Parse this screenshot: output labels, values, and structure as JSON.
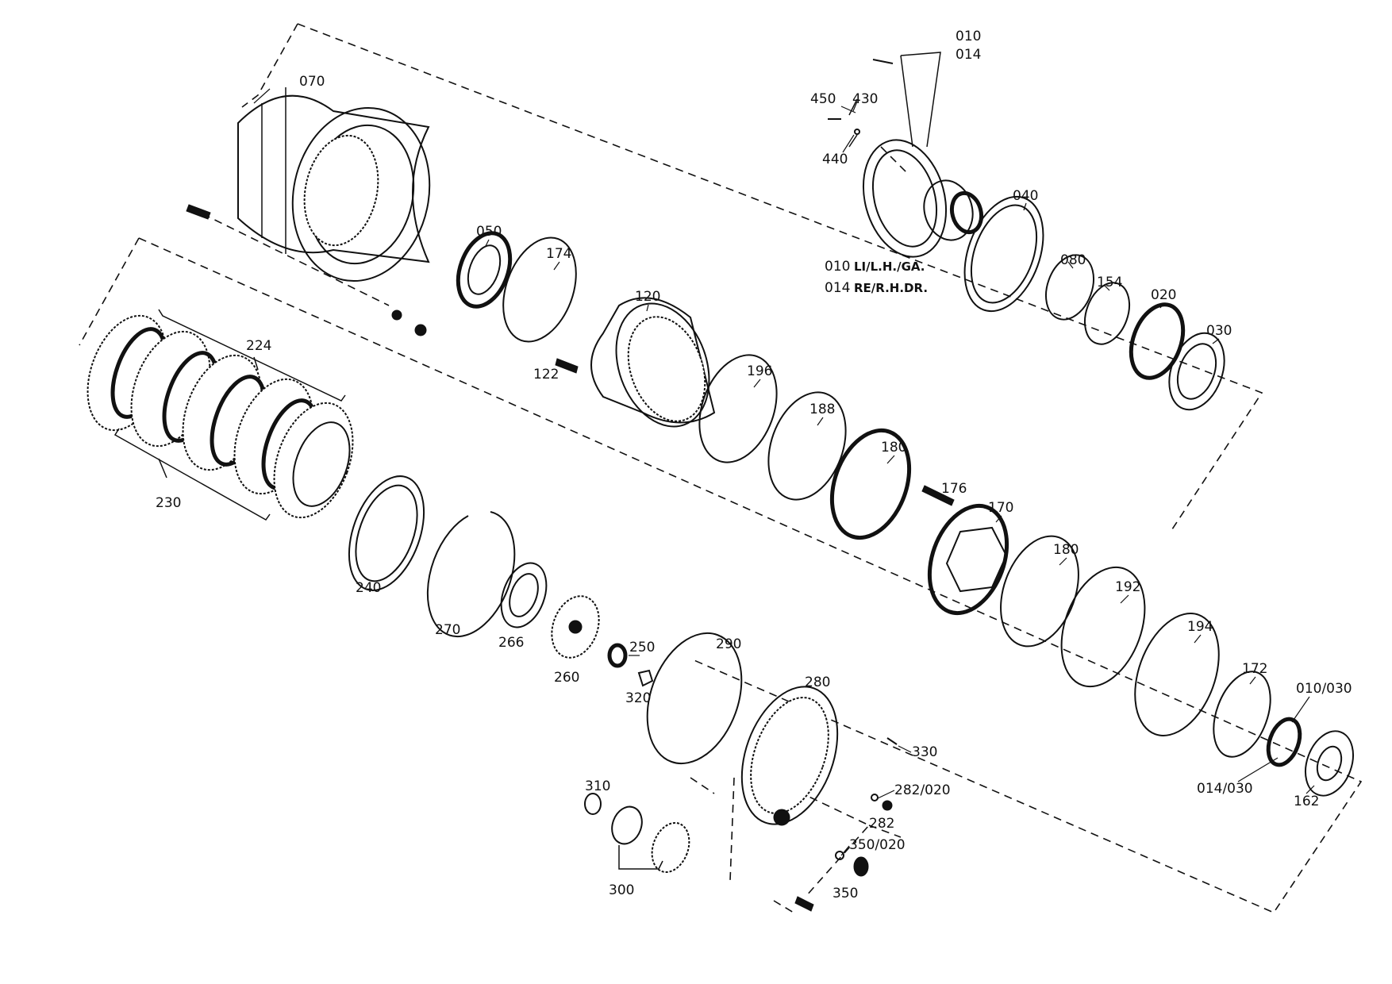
{
  "diagram": {
    "labels": {
      "p070": "070",
      "p010": "010",
      "p014": "014",
      "p450": "450",
      "p430": "430",
      "p440": "440",
      "p040": "040",
      "p010_note": "010",
      "p010_note_text": "LI/L.H./GA.",
      "p014_note": "014",
      "p014_note_text": "RE/R.H.DR.",
      "p080": "080",
      "p154": "154",
      "p020": "020",
      "p030": "030",
      "p050": "050",
      "p174": "174",
      "p120": "120",
      "p122": "122",
      "p196": "196",
      "p188": "188",
      "p180a": "180",
      "p176": "176",
      "p170": "170",
      "p180b": "180",
      "p192": "192",
      "p194": "194",
      "p172": "172",
      "p010_030": "010/030",
      "p014_030": "014/030",
      "p162": "162",
      "p224": "224",
      "p230": "230",
      "p240": "240",
      "p270": "270",
      "p266": "266",
      "p260": "260",
      "p250": "250",
      "p320": "320",
      "p290": "290",
      "p280": "280",
      "p330": "330",
      "p282_020": "282/020",
      "p282": "282",
      "p350_020": "350/020",
      "p350": "350",
      "p310": "310",
      "p300": "300"
    }
  }
}
